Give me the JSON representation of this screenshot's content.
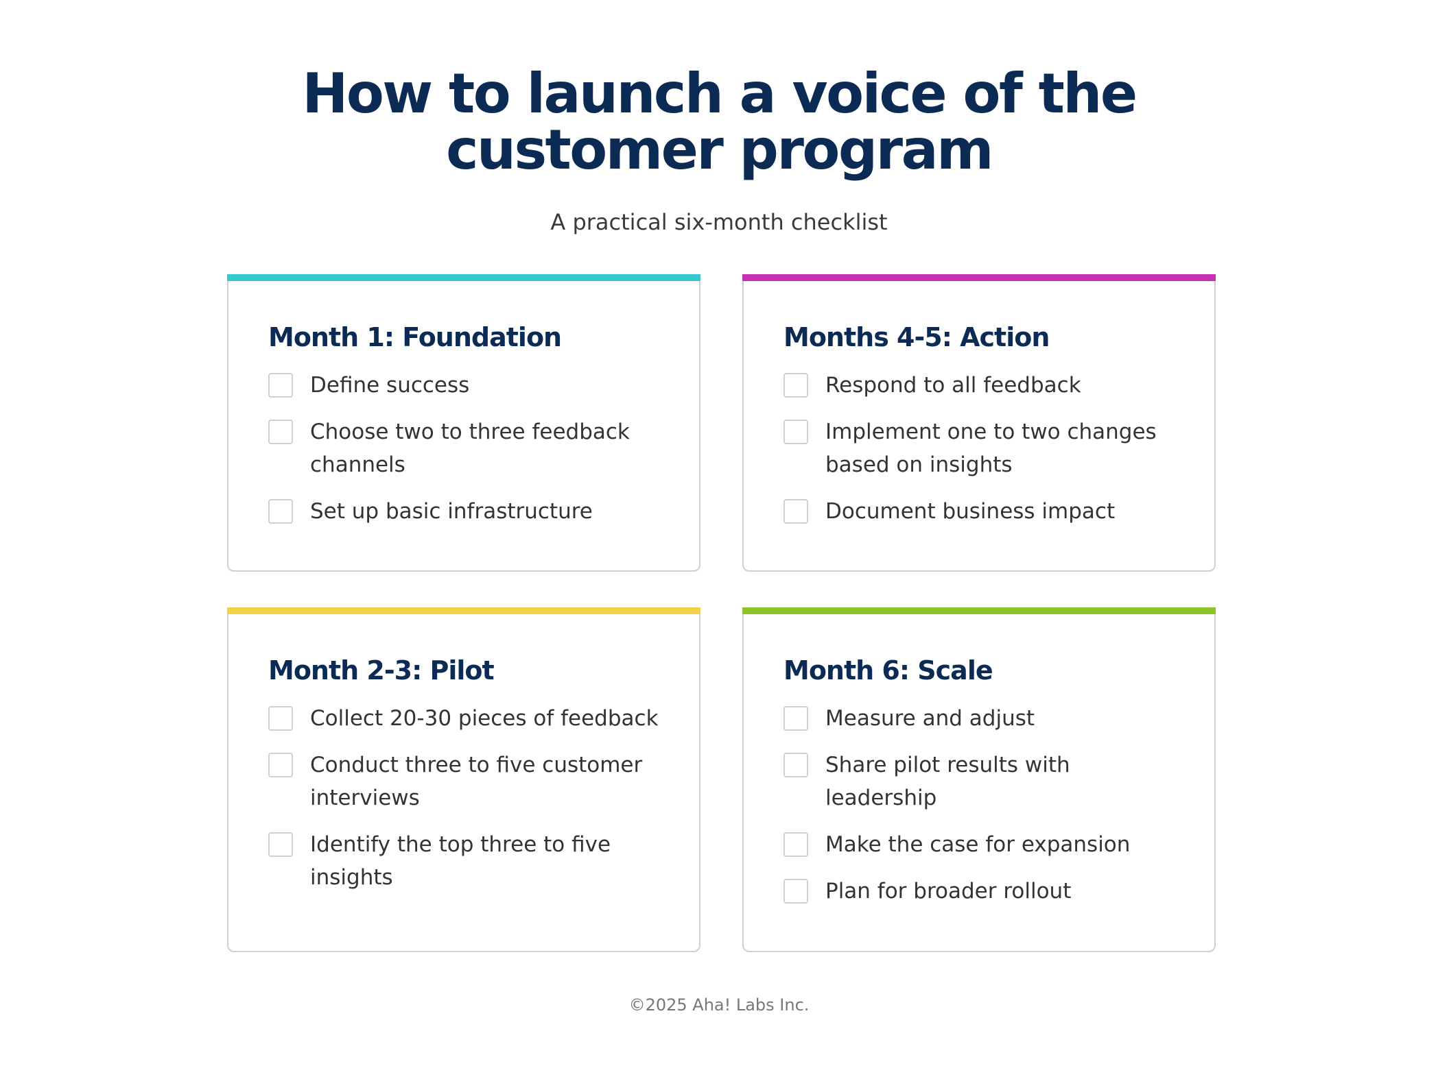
{
  "header": {
    "title_line1": "How to launch a voice of the",
    "title_line2": "customer program",
    "subtitle": "A practical six-month checklist"
  },
  "cards": [
    {
      "title": "Month 1: Foundation",
      "accent": "#36c8cf",
      "items": [
        "Define success",
        "Choose two to three feedback channels",
        "Set up basic infrastructure"
      ],
      "checked": [
        false,
        false,
        false
      ]
    },
    {
      "title": "Months 4-5: Action",
      "accent": "#c531ae",
      "items": [
        "Respond to all feedback",
        "Implement one to two changes based on insights",
        "Document business impact"
      ],
      "checked": [
        false,
        false,
        false
      ]
    },
    {
      "title": "Month 2-3: Pilot",
      "accent": "#efd245",
      "items": [
        "Collect 20-30 pieces of feedback",
        "Conduct three to five customer interviews",
        "Identify the top three to five insights"
      ],
      "checked": [
        false,
        false,
        false
      ]
    },
    {
      "title": "Month 6: Scale",
      "accent": "#8fc32a",
      "items": [
        "Measure and adjust",
        "Share pilot results with leadership",
        "Make the case for expansion",
        "Plan for broader rollout"
      ],
      "checked": [
        false,
        false,
        false,
        false
      ]
    }
  ],
  "footer": {
    "copyright": "©2025 Aha! Labs Inc."
  },
  "colors": {
    "heading": "#0b2b54",
    "body_text": "#333333",
    "border": "#cfcfd4"
  }
}
